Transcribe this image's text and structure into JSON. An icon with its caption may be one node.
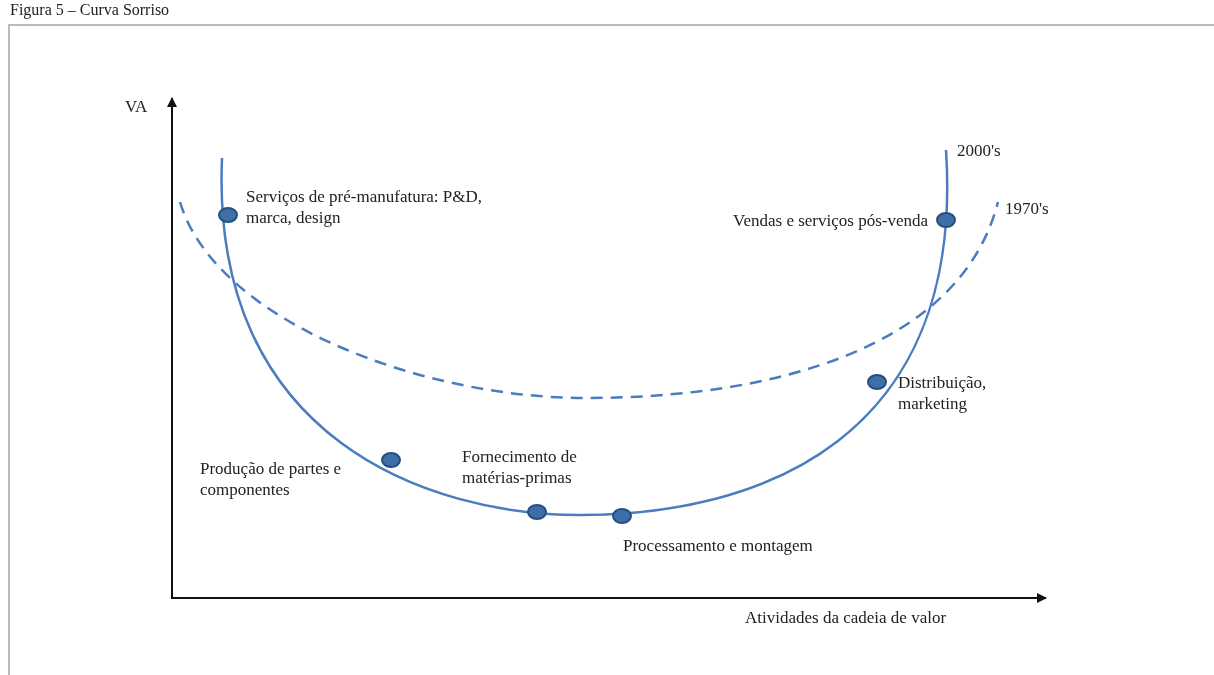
{
  "diagram": {
    "title": "Figura 5 – Curva Sorriso",
    "nodes": [
      {
        "text": [],
        "shape": "circle",
        "beside": [
          "Serviços de pré-manufatura: P&D, marca, design"
        ]
      },
      {
        "text": [],
        "shape": "circle",
        "beside": [
          "Vendas e serviços pós-venda"
        ]
      },
      {
        "text": [],
        "shape": "circle",
        "beside": [
          "Distribuição, marketing"
        ]
      },
      {
        "text": [],
        "shape": "circle",
        "beside": [
          "Produção de partes e componentes"
        ]
      },
      {
        "text": [],
        "shape": "circle",
        "beside": [
          "Fornecimento de matérias-primas"
        ]
      },
      {
        "text": [],
        "shape": "circle",
        "beside": [
          "Processamento e montagem"
        ]
      }
    ],
    "edges": [],
    "labels": [
      "VA",
      "2000's",
      "1970's",
      "Atividades da cadeia de valor"
    ]
  }
}
